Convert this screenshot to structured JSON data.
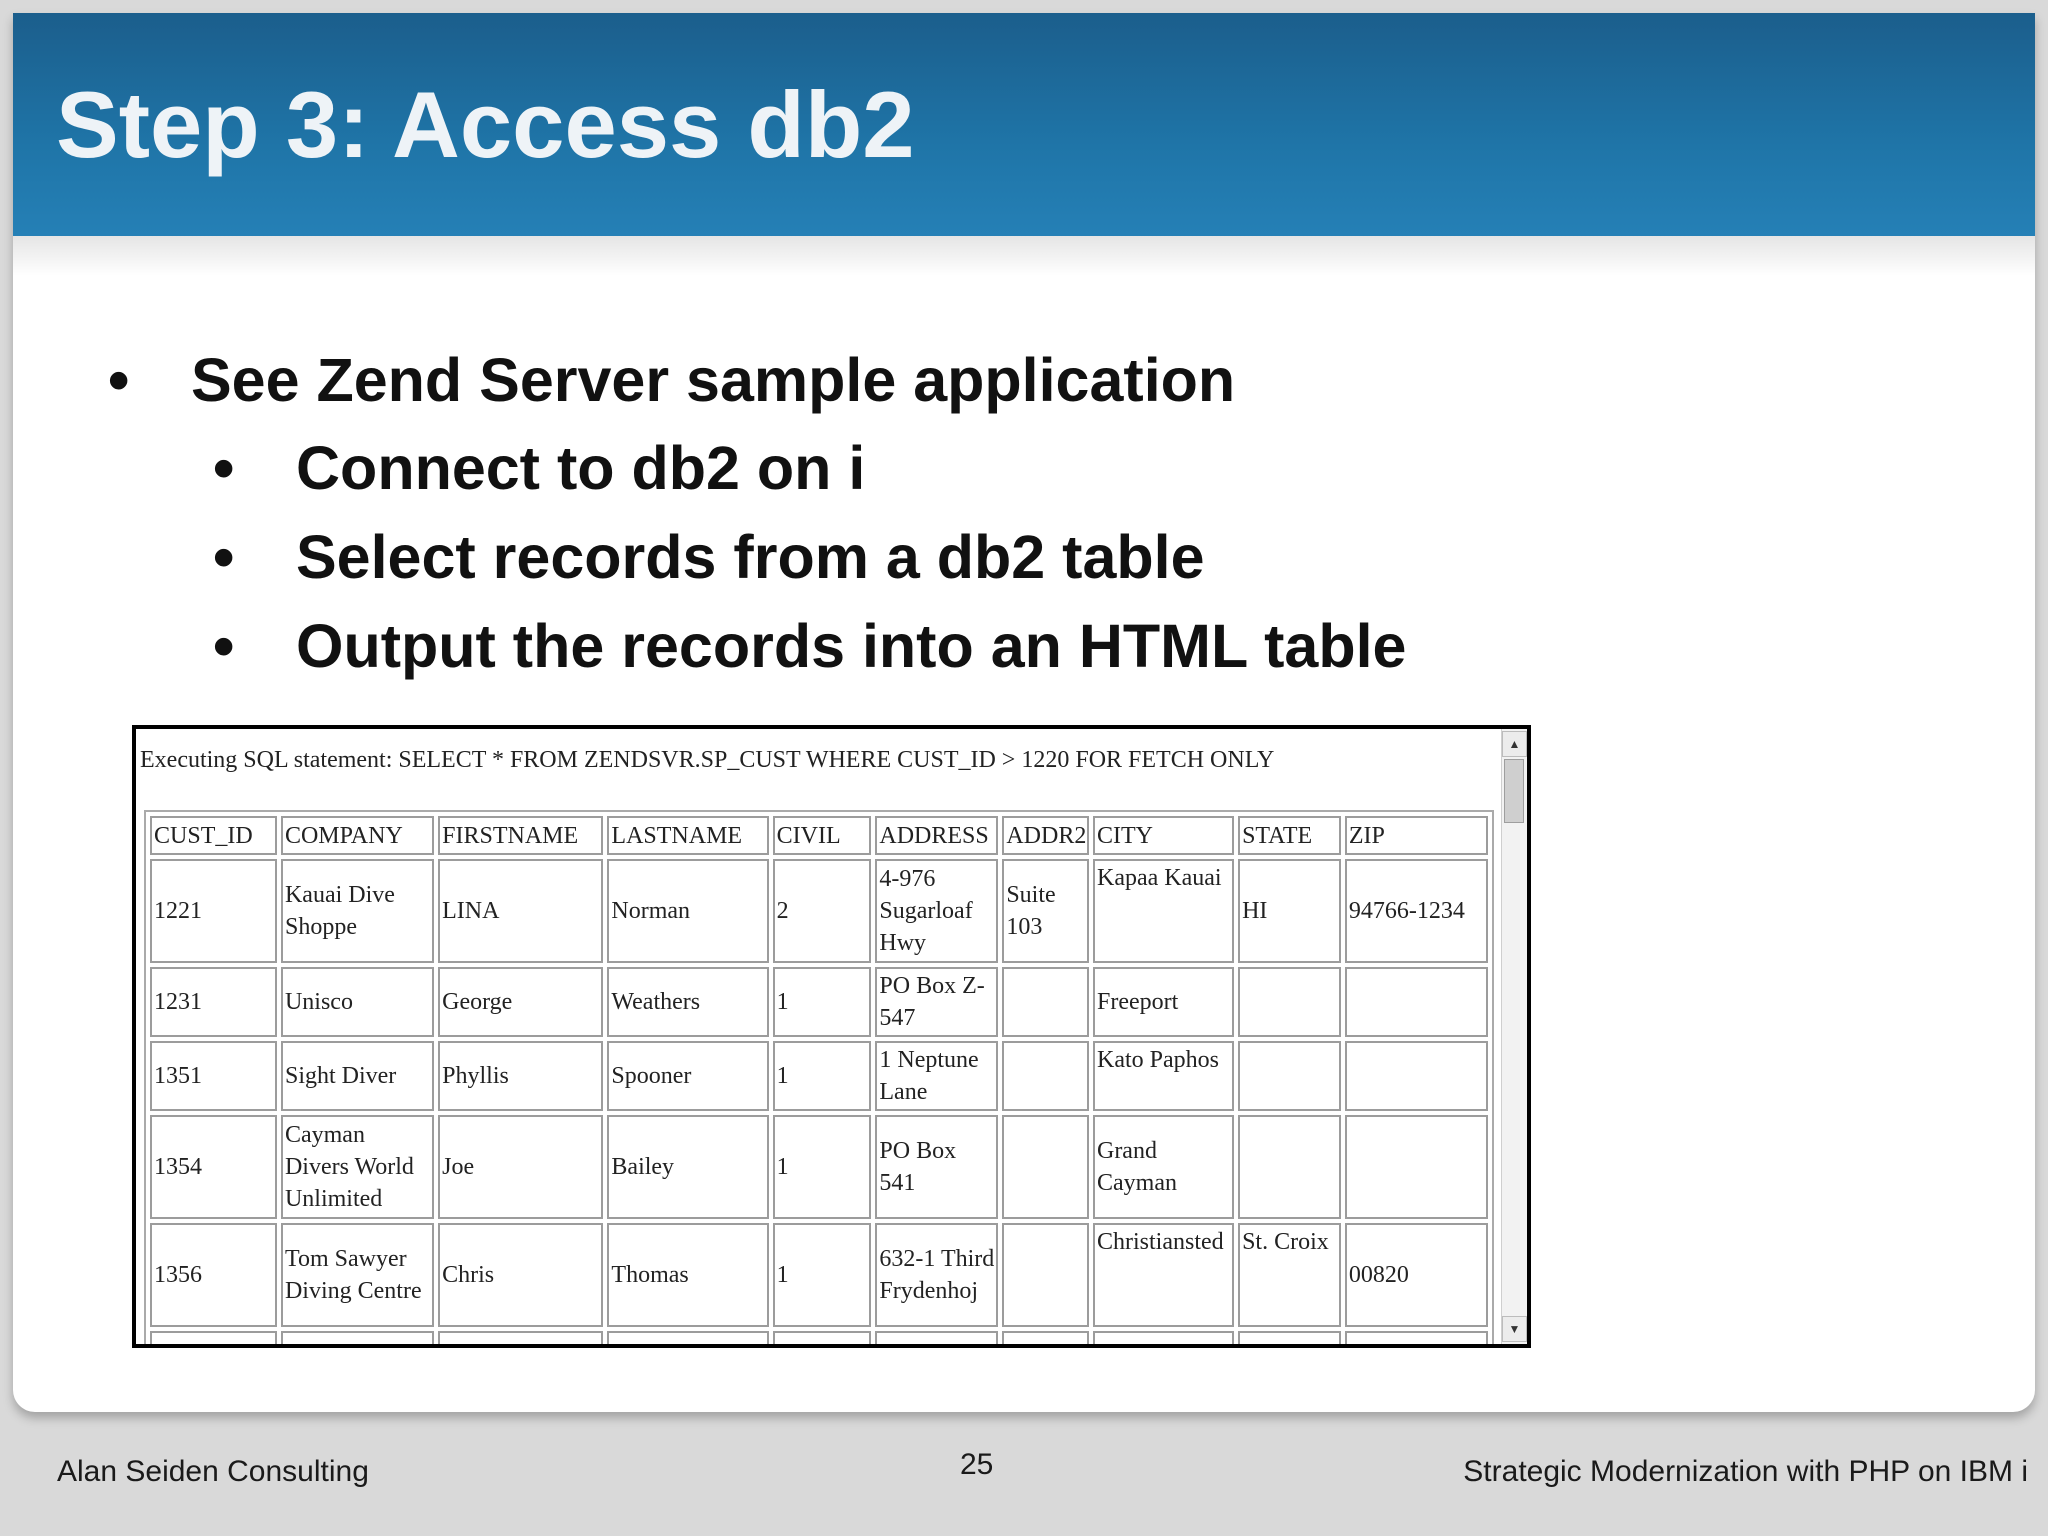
{
  "slide": {
    "title": "Step 3: Access db2",
    "bullet_glyph": "•",
    "bullets": [
      {
        "text": "See Zend Server sample application"
      },
      {
        "text": "Connect to db2 on i"
      },
      {
        "text": "Select records from a db2 table"
      },
      {
        "text": "Output the records into an HTML table"
      }
    ]
  },
  "browser": {
    "sql_statement": "Executing SQL statement: SELECT * FROM ZENDSVR.SP_CUST WHERE CUST_ID > 1220 FOR FETCH ONLY",
    "columns": [
      "CUST_ID",
      "COMPANY",
      "FIRSTNAME",
      "LASTNAME",
      "CIVIL",
      "ADDRESS",
      "ADDR2",
      "CITY",
      "STATE",
      "ZIP"
    ],
    "rows": [
      [
        "1221",
        "Kauai Dive Shoppe",
        "LINA",
        "Norman",
        "2",
        "4-976 Sugarloaf Hwy",
        "Suite 103",
        "Kapaa Kauai",
        "HI",
        "94766-1234"
      ],
      [
        "1231",
        "Unisco",
        "George",
        "Weathers",
        "1",
        "PO Box Z-547",
        "",
        "Freeport",
        "",
        ""
      ],
      [
        "1351",
        "Sight Diver",
        "Phyllis",
        "Spooner",
        "1",
        "1 Neptune Lane",
        "",
        "Kato Paphos",
        "",
        ""
      ],
      [
        "1354",
        "Cayman Divers World Unlimited",
        "Joe",
        "Bailey",
        "1",
        "PO Box 541",
        "",
        "Grand Cayman",
        "",
        ""
      ],
      [
        "1356",
        "Tom Sawyer Diving Centre",
        "Chris",
        "Thomas",
        "1",
        "632-1 Third Frydenhoj",
        "",
        "Christiansted",
        "St. Croix",
        "00820"
      ]
    ],
    "scroll_up_glyph": "▲",
    "scroll_down_glyph": "▼"
  },
  "footer": {
    "left": "Alan Seiden Consulting",
    "page_number": "25",
    "right": "Strategic Modernization with PHP on IBM i"
  }
}
